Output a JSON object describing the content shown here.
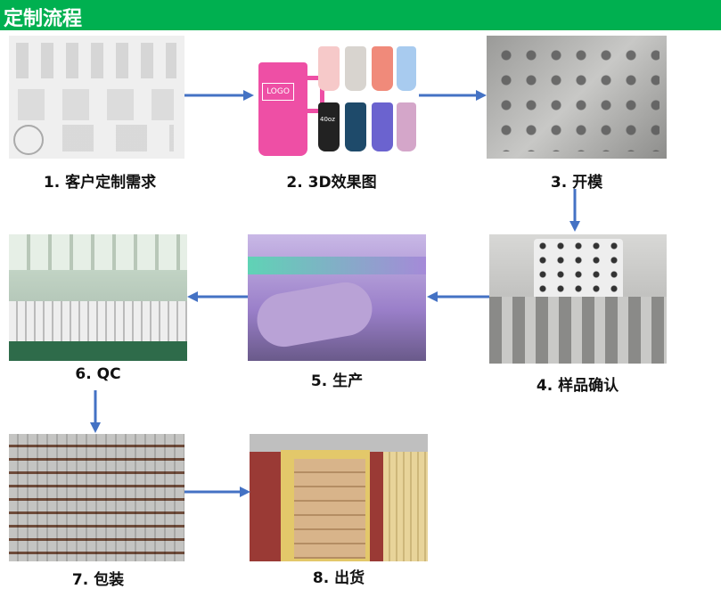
{
  "header": {
    "title": "定制流程"
  },
  "steps": [
    {
      "caption": "1. 客户定制需求",
      "image": "sketch-drawings"
    },
    {
      "caption": "2. 3D效果图",
      "image": "tumbler-3d-renders",
      "logo_text": "LOGO",
      "size_text": "40oz"
    },
    {
      "caption": "3. 开模",
      "image": "steel-mold"
    },
    {
      "caption": "4. 样品确认",
      "image": "sample-machine"
    },
    {
      "caption": "5. 生产",
      "image": "production-line"
    },
    {
      "caption": "6. QC",
      "image": "qc-workers"
    },
    {
      "caption": "7. 包装",
      "image": "packed-cups"
    },
    {
      "caption": "8. 出货",
      "image": "shipping-container"
    }
  ],
  "colors": {
    "header": "#00b050",
    "arrow": "#4472c4"
  }
}
